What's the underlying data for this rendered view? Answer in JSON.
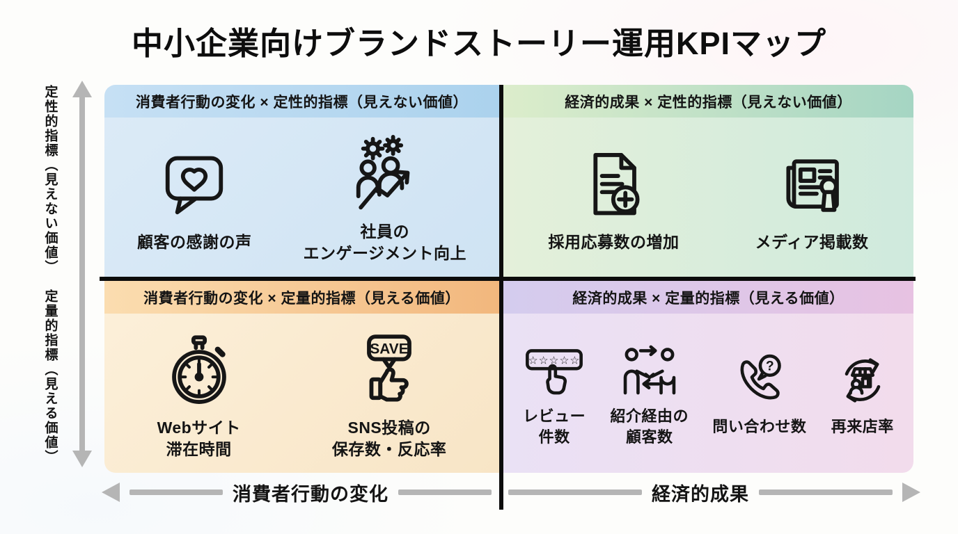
{
  "title": "中小企業向けブランドストーリー運用KPIマップ",
  "axes": {
    "y_top_label": "定性的指標（見えない価値）",
    "y_bottom_label": "定量的指標（見える価値）",
    "x_left_label": "消費者行動の変化",
    "x_right_label": "経済的成果"
  },
  "quadrants": {
    "top_left": {
      "header": "消費者行動の変化 × 定性的指標（見えない価値）",
      "items": [
        {
          "icon": "chat-heart-icon",
          "label": "顧客の感謝の声"
        },
        {
          "icon": "employee-engagement-icon",
          "label": "社員の\nエンゲージメント向上"
        }
      ]
    },
    "top_right": {
      "header": "経済的成果 × 定性的指標（見えない価値）",
      "items": [
        {
          "icon": "document-plus-icon",
          "label": "採用応募数の増加"
        },
        {
          "icon": "media-coverage-icon",
          "label": "メディア掲載数"
        }
      ]
    },
    "bottom_left": {
      "header": "消費者行動の変化 × 定量的指標（見える価値）",
      "items": [
        {
          "icon": "stopwatch-icon",
          "label": "Webサイト\n滞在時間"
        },
        {
          "icon": "save-thumbs-up-icon",
          "icon_text": "SAVE",
          "label": "SNS投稿の\n保存数・反応率"
        }
      ]
    },
    "bottom_right": {
      "header": "経済的成果 × 定量的指標（見える価値）",
      "items": [
        {
          "icon": "review-stars-icon",
          "icon_text": "☆☆☆☆☆",
          "label": "レビュー\n件数"
        },
        {
          "icon": "referral-handshake-icon",
          "label": "紹介経由の\n顧客数"
        },
        {
          "icon": "phone-inquiry-icon",
          "icon_text": "?",
          "label": "問い合わせ数"
        },
        {
          "icon": "store-repeat-icon",
          "label": "再来店率"
        }
      ]
    }
  },
  "colors": {
    "top_left_header": "#abd2ed",
    "top_left_body": "#d5e7f5",
    "top_right_header": "#a5d5c3",
    "top_right_body": "#d9eedb",
    "bottom_left_header": "#f2b77d",
    "bottom_left_body": "#faebd1",
    "bottom_right_header": "#e7c2e2",
    "bottom_right_body": "#eedff1",
    "axis_gray": "#b5b5b5",
    "divider_black": "#0c0c0c",
    "text": "#141414"
  }
}
